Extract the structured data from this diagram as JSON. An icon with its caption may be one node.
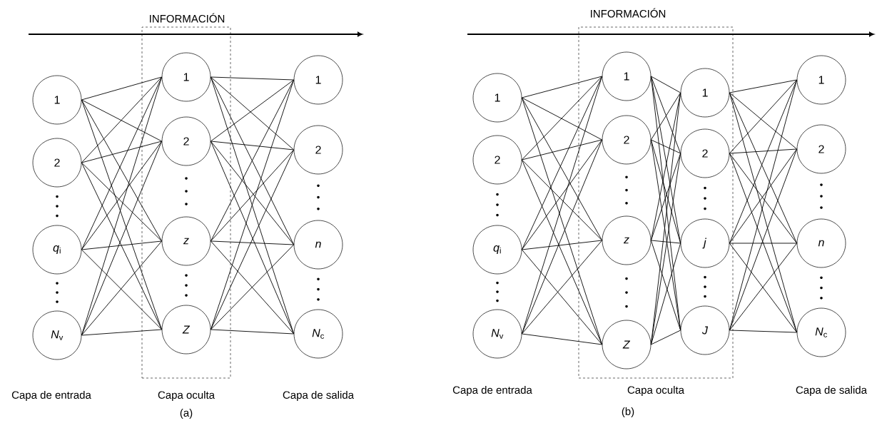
{
  "diagram": {
    "nodes": [
      {
        "text": [
          "Capa oculta"
        ]
      },
      {
        "text": [
          "1"
        ]
      },
      {
        "text": [
          "2"
        ]
      },
      {
        "text": [
          "*q*$_{i}$"
        ]
      },
      {
        "text": [
          "*N*$_{v}$"
        ]
      },
      {
        "text": [
          "1"
        ],
        "in": 0
      },
      {
        "text": [
          "2"
        ],
        "in": 0
      },
      {
        "text": [
          "*z*"
        ],
        "in": 0
      },
      {
        "text": [
          "*Z*"
        ],
        "in": 0
      },
      {
        "text": [
          "1"
        ]
      },
      {
        "text": [
          "2"
        ]
      },
      {
        "text": [
          "*n*"
        ]
      },
      {
        "text": [
          "*N*$_{c}$"
        ]
      },
      {
        "text": [
          "Capa oculta"
        ]
      },
      {
        "text": [
          "1"
        ]
      },
      {
        "text": [
          "2"
        ]
      },
      {
        "text": [
          "*q*$_{i}$"
        ]
      },
      {
        "text": [
          "*N*$_{v}$"
        ]
      },
      {
        "text": [
          "1"
        ],
        "in": 13
      },
      {
        "text": [
          "2"
        ],
        "in": 13
      },
      {
        "text": [
          "*z*"
        ],
        "in": 13
      },
      {
        "text": [
          "*Z*"
        ],
        "in": 13
      },
      {
        "text": [
          "1"
        ],
        "in": 13
      },
      {
        "text": [
          "2"
        ],
        "in": 13
      },
      {
        "text": [
          "*j*"
        ],
        "in": 13
      },
      {
        "text": [
          "*J*"
        ],
        "in": 13
      },
      {
        "text": [
          "1"
        ]
      },
      {
        "text": [
          "2"
        ]
      },
      {
        "text": [
          "*n*"
        ]
      },
      {
        "text": [
          "*N*$_{c}$"
        ]
      }
    ],
    "edges": [
      {
        "from": 1,
        "to": 5,
        "arrow": "none"
      },
      {
        "from": 1,
        "to": 6,
        "arrow": "none"
      },
      {
        "from": 1,
        "to": 7,
        "arrow": "none"
      },
      {
        "from": 1,
        "to": 8,
        "arrow": "none"
      },
      {
        "from": 2,
        "to": 5,
        "arrow": "none"
      },
      {
        "from": 2,
        "to": 6,
        "arrow": "none"
      },
      {
        "from": 2,
        "to": 7,
        "arrow": "none"
      },
      {
        "from": 2,
        "to": 8,
        "arrow": "none"
      },
      {
        "from": 3,
        "to": 5,
        "arrow": "none"
      },
      {
        "from": 3,
        "to": 6,
        "arrow": "none"
      },
      {
        "from": 3,
        "to": 7,
        "arrow": "none"
      },
      {
        "from": 3,
        "to": 8,
        "arrow": "none"
      },
      {
        "from": 4,
        "to": 5,
        "arrow": "none"
      },
      {
        "from": 4,
        "to": 6,
        "arrow": "none"
      },
      {
        "from": 4,
        "to": 7,
        "arrow": "none"
      },
      {
        "from": 4,
        "to": 8,
        "arrow": "none"
      },
      {
        "from": 5,
        "to": 9,
        "arrow": "none"
      },
      {
        "from": 5,
        "to": 10,
        "arrow": "none"
      },
      {
        "from": 5,
        "to": 11,
        "arrow": "none"
      },
      {
        "from": 5,
        "to": 12,
        "arrow": "none"
      },
      {
        "from": 6,
        "to": 9,
        "arrow": "none"
      },
      {
        "from": 6,
        "to": 10,
        "arrow": "none"
      },
      {
        "from": 6,
        "to": 11,
        "arrow": "none"
      },
      {
        "from": 6,
        "to": 12,
        "arrow": "none"
      },
      {
        "from": 7,
        "to": 9,
        "arrow": "none"
      },
      {
        "from": 7,
        "to": 10,
        "arrow": "none"
      },
      {
        "from": 7,
        "to": 11,
        "arrow": "none"
      },
      {
        "from": 7,
        "to": 12,
        "arrow": "none"
      },
      {
        "from": 8,
        "to": 9,
        "arrow": "none"
      },
      {
        "from": 8,
        "to": 10,
        "arrow": "none"
      },
      {
        "from": 8,
        "to": 11,
        "arrow": "none"
      },
      {
        "from": 8,
        "to": 12,
        "arrow": "none"
      },
      {
        "from": 14,
        "to": 18,
        "arrow": "none"
      },
      {
        "from": 14,
        "to": 19,
        "arrow": "none"
      },
      {
        "from": 14,
        "to": 20,
        "arrow": "none"
      },
      {
        "from": 14,
        "to": 21,
        "arrow": "none"
      },
      {
        "from": 15,
        "to": 18,
        "arrow": "none"
      },
      {
        "from": 15,
        "to": 19,
        "arrow": "none"
      },
      {
        "from": 15,
        "to": 20,
        "arrow": "none"
      },
      {
        "from": 15,
        "to": 21,
        "arrow": "none"
      },
      {
        "from": 16,
        "to": 18,
        "arrow": "none"
      },
      {
        "from": 16,
        "to": 19,
        "arrow": "none"
      },
      {
        "from": 16,
        "to": 20,
        "arrow": "none"
      },
      {
        "from": 16,
        "to": 21,
        "arrow": "none"
      },
      {
        "from": 17,
        "to": 18,
        "arrow": "none"
      },
      {
        "from": 17,
        "to": 19,
        "arrow": "none"
      },
      {
        "from": 17,
        "to": 20,
        "arrow": "none"
      },
      {
        "from": 17,
        "to": 21,
        "arrow": "none"
      },
      {
        "from": 18,
        "to": 22,
        "arrow": "none"
      },
      {
        "from": 18,
        "to": 23,
        "arrow": "none"
      },
      {
        "from": 18,
        "to": 24,
        "arrow": "none"
      },
      {
        "from": 18,
        "to": 25,
        "arrow": "none"
      },
      {
        "from": 19,
        "to": 22,
        "arrow": "none"
      },
      {
        "from": 19,
        "to": 23,
        "arrow": "none"
      },
      {
        "from": 19,
        "to": 24,
        "arrow": "none"
      },
      {
        "from": 19,
        "to": 25,
        "arrow": "none"
      },
      {
        "from": 20,
        "to": 22,
        "arrow": "none"
      },
      {
        "from": 20,
        "to": 23,
        "arrow": "none"
      },
      {
        "from": 20,
        "to": 24,
        "arrow": "none"
      },
      {
        "from": 20,
        "to": 25,
        "arrow": "none"
      },
      {
        "from": 21,
        "to": 22,
        "arrow": "none"
      },
      {
        "from": 21,
        "to": 23,
        "arrow": "none"
      },
      {
        "from": 21,
        "to": 24,
        "arrow": "none"
      },
      {
        "from": 21,
        "to": 25,
        "arrow": "none"
      },
      {
        "from": 22,
        "to": 26,
        "arrow": "none"
      },
      {
        "from": 22,
        "to": 27,
        "arrow": "none"
      },
      {
        "from": 22,
        "to": 28,
        "arrow": "none"
      },
      {
        "from": 22,
        "to": 29,
        "arrow": "none"
      },
      {
        "from": 23,
        "to": 26,
        "arrow": "none"
      },
      {
        "from": 23,
        "to": 27,
        "arrow": "none"
      },
      {
        "from": 23,
        "to": 28,
        "arrow": "none"
      },
      {
        "from": 23,
        "to": 29,
        "arrow": "none"
      },
      {
        "from": 24,
        "to": 26,
        "arrow": "none"
      },
      {
        "from": 24,
        "to": 27,
        "arrow": "none"
      },
      {
        "from": 24,
        "to": 28,
        "arrow": "none"
      },
      {
        "from": 24,
        "to": 29,
        "arrow": "none"
      },
      {
        "from": 25,
        "to": 26,
        "arrow": "none"
      },
      {
        "from": 25,
        "to": 27,
        "arrow": "none"
      },
      {
        "from": 25,
        "to": 28,
        "arrow": "none"
      },
      {
        "from": 25,
        "to": 29,
        "arrow": "none"
      }
    ],
    "labels": [
      "INFORMACIÓN",
      "Capa de entrada",
      "Capa de salida",
      "(a)",
      "INFORMACIÓN",
      "Capa de entrada",
      "Capa de salida",
      "(b)"
    ]
  }
}
